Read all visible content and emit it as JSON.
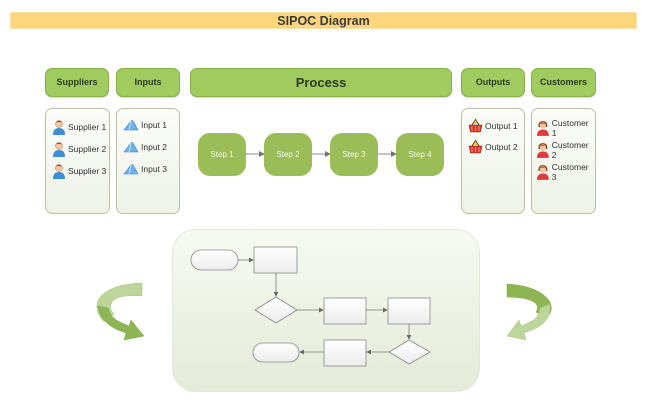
{
  "title": "SIPOC Diagram",
  "headers": {
    "suppliers": "Suppliers",
    "inputs": "Inputs",
    "process": "Process",
    "outputs": "Outputs",
    "customers": "Customers"
  },
  "suppliers": [
    {
      "label": "Supplier 1",
      "icon": "person-male-icon"
    },
    {
      "label": "Supplier 2",
      "icon": "person-male-icon"
    },
    {
      "label": "Supplier 3",
      "icon": "person-male-icon"
    }
  ],
  "inputs": [
    {
      "label": "Input 1",
      "icon": "triangle-icon"
    },
    {
      "label": "Input 2",
      "icon": "triangle-icon"
    },
    {
      "label": "Input 3",
      "icon": "triangle-icon"
    }
  ],
  "steps": [
    "Step 1",
    "Step 2",
    "Step 3",
    "Step 4"
  ],
  "outputs": [
    {
      "label": "Output 1",
      "icon": "basket-icon"
    },
    {
      "label": "Output 2",
      "icon": "basket-icon"
    }
  ],
  "customers": [
    {
      "label": "Customer 1",
      "icon": "person-female-icon"
    },
    {
      "label": "Customer 2",
      "icon": "person-female-icon"
    },
    {
      "label": "Customer 3",
      "icon": "person-female-icon"
    }
  ],
  "colors": {
    "title_bg": "#fdd57a",
    "header_green": "#9fcb5f",
    "step_green": "#9abd58",
    "arrow_green": "#8db553"
  }
}
